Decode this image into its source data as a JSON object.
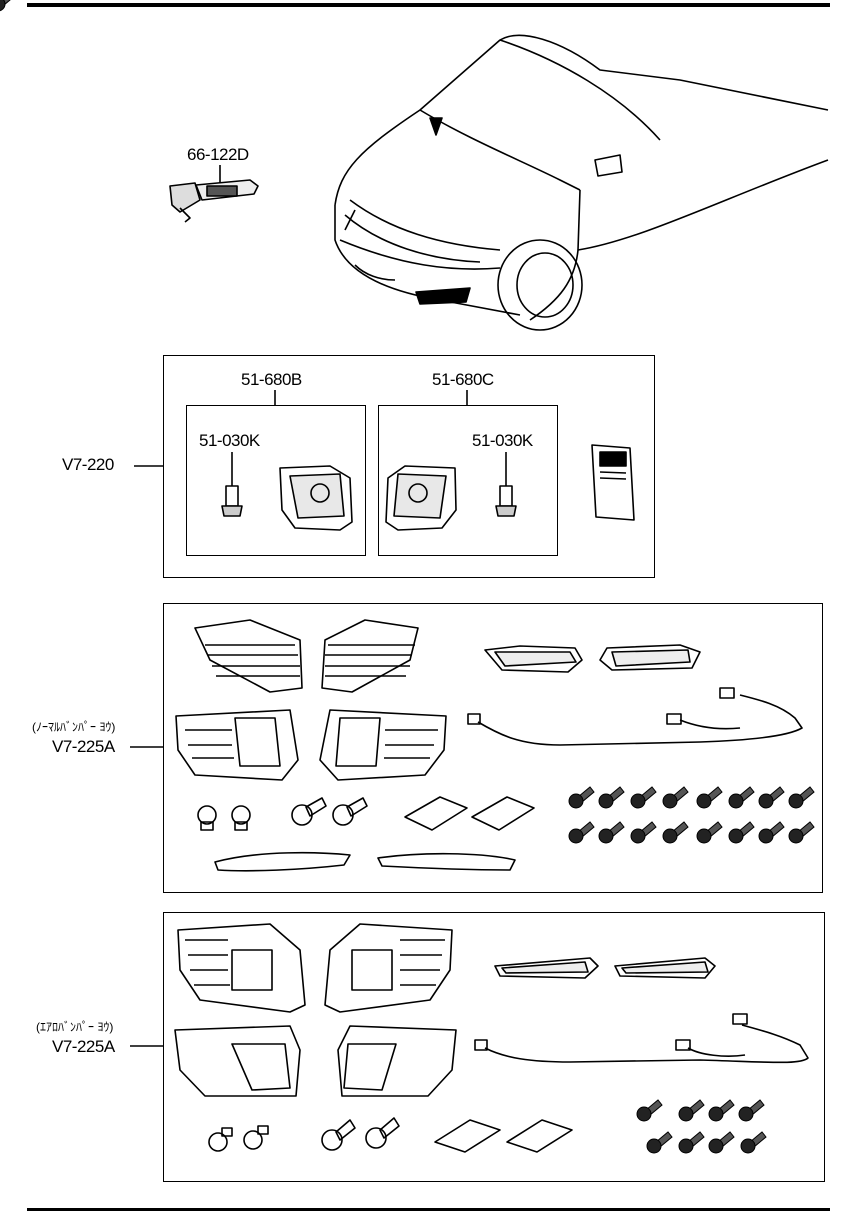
{
  "header": {
    "part": "66-122D"
  },
  "kit_v7_220": {
    "code": "V7-220",
    "left_sub": {
      "assy": "51-680B",
      "bulb": "51-030K"
    },
    "right_sub": {
      "assy": "51-680C",
      "bulb": "51-030K"
    }
  },
  "kit_normal": {
    "note": "(ﾉｰﾏﾙﾊﾞﾝﾊﾟｰ ﾖｳ)",
    "code": "V7-225A"
  },
  "kit_aero": {
    "note": "(ｴｱﾛﾊﾞﾝﾊﾟｰ ﾖｳ)",
    "code": "V7-225A"
  },
  "icons": [
    "switch-icon",
    "car-icon",
    "bulb-icon",
    "lamp-icon",
    "manual-icon",
    "bezel-icon",
    "fog-lamp-icon",
    "harness-icon",
    "bolt-icon",
    "screw-icon",
    "pad-icon",
    "garnish-icon"
  ]
}
